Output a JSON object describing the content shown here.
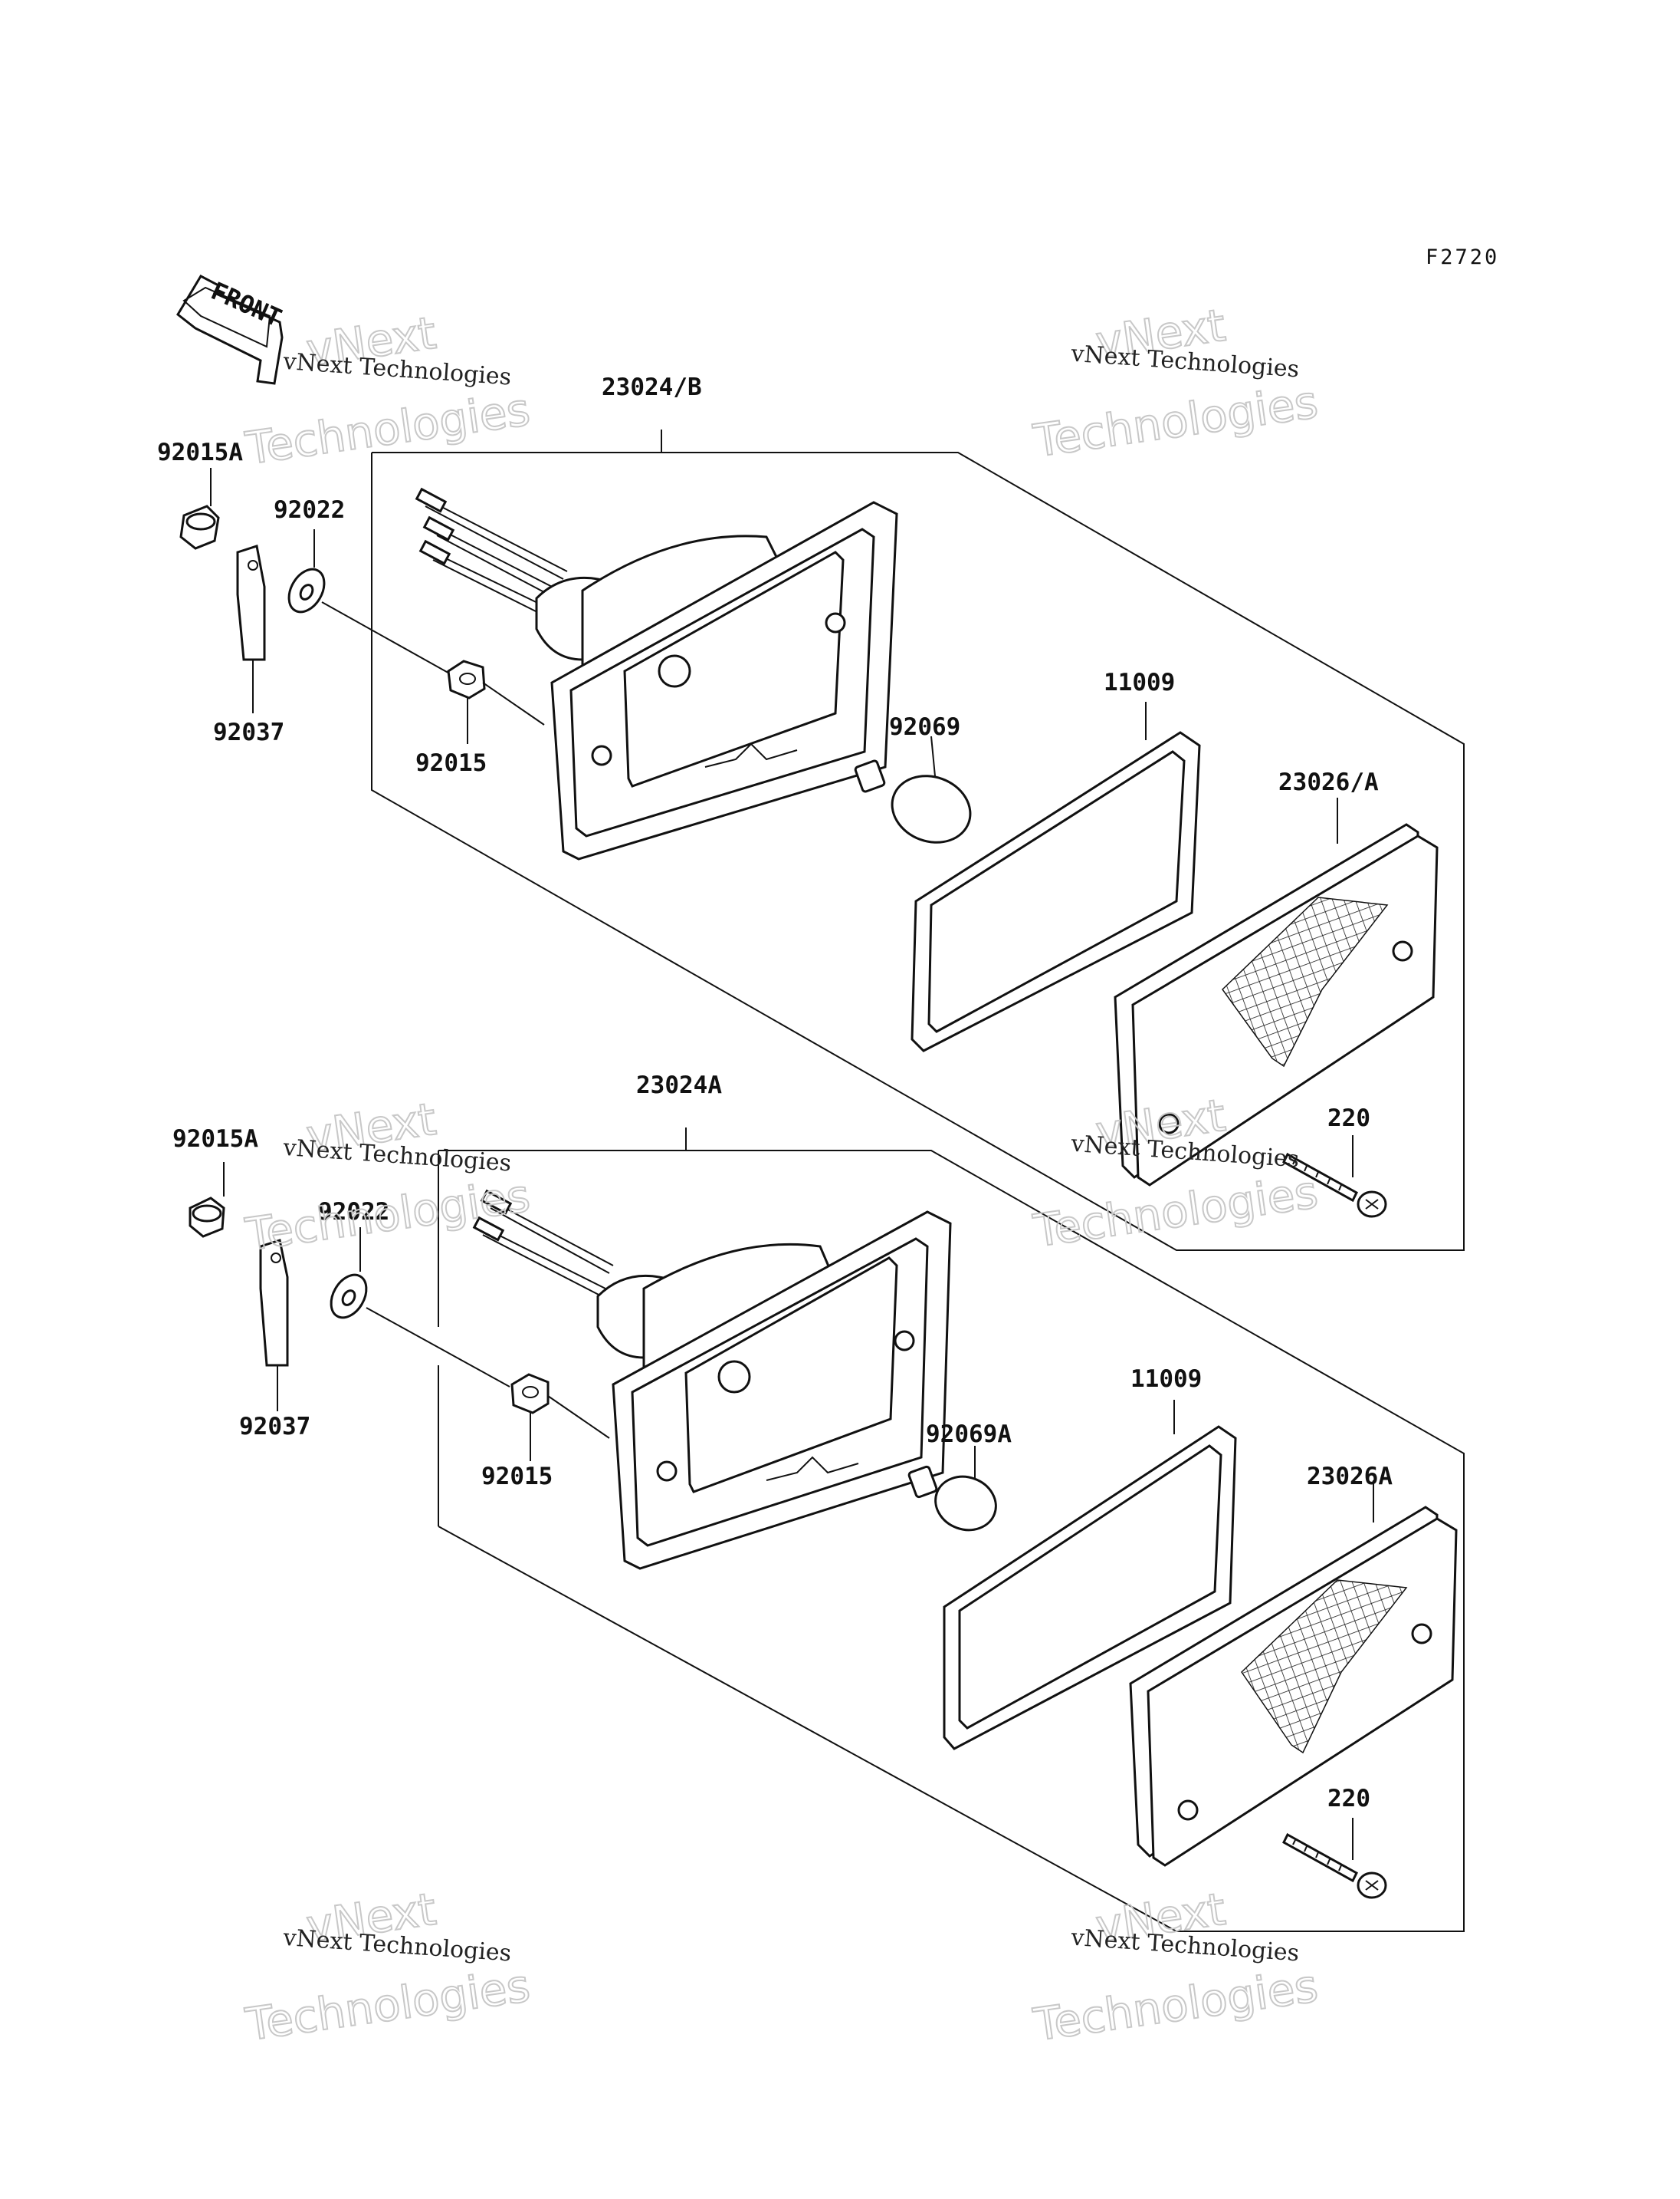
{
  "figure_code": "F2720",
  "front_arrow": {
    "text": "FRONT",
    "icon": "front-arrow-icon"
  },
  "watermark": {
    "small": "vNext Technologies",
    "big_line1": "vNext",
    "big_line2": "Technologies"
  },
  "upper_assembly": {
    "callouts": {
      "lamp": "23024/B",
      "cap_nut": "92015A",
      "washer": "92022",
      "bracket": "92037",
      "nut": "92015",
      "bulb": "92069",
      "gasket": "11009",
      "lens": "23026/A",
      "screw": "220"
    }
  },
  "lower_assembly": {
    "callouts": {
      "lamp": "23024A",
      "cap_nut": "92015A",
      "washer": "92022",
      "bracket": "92037",
      "nut": "92015",
      "bulb": "92069A",
      "gasket": "11009",
      "lens": "23026A",
      "screw": "220"
    }
  }
}
